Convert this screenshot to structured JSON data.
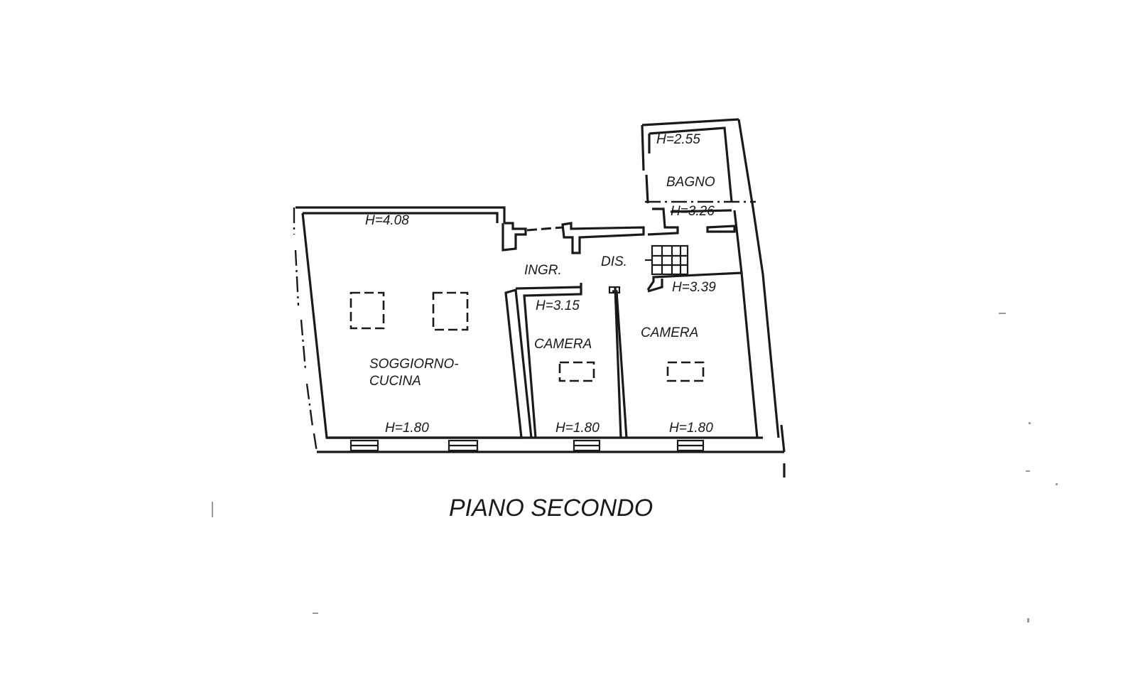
{
  "plan": {
    "title": "PIANO SECONDO",
    "rooms": [
      {
        "id": "soggiorno",
        "name_lines": [
          "SOGGIORNO-",
          "CUCINA"
        ]
      },
      {
        "id": "camera1",
        "name_lines": [
          "CAMERA"
        ]
      },
      {
        "id": "camera2",
        "name_lines": [
          "CAMERA"
        ]
      },
      {
        "id": "bagno",
        "name_lines": [
          "BAGNO"
        ]
      },
      {
        "id": "ingresso",
        "name_lines": [
          "INGR."
        ]
      },
      {
        "id": "disimpegno",
        "name_lines": [
          "DIS."
        ]
      }
    ],
    "heights": {
      "soggiorno_high": "H=4.08",
      "soggiorno_low": "H=1.80",
      "camera1_high": "H=3.15",
      "camera1_low": "H=1.80",
      "camera2_high": "H=3.39",
      "camera2_low": "H=1.80",
      "bagno": "H=2.55",
      "dis": "H=3.26"
    }
  }
}
